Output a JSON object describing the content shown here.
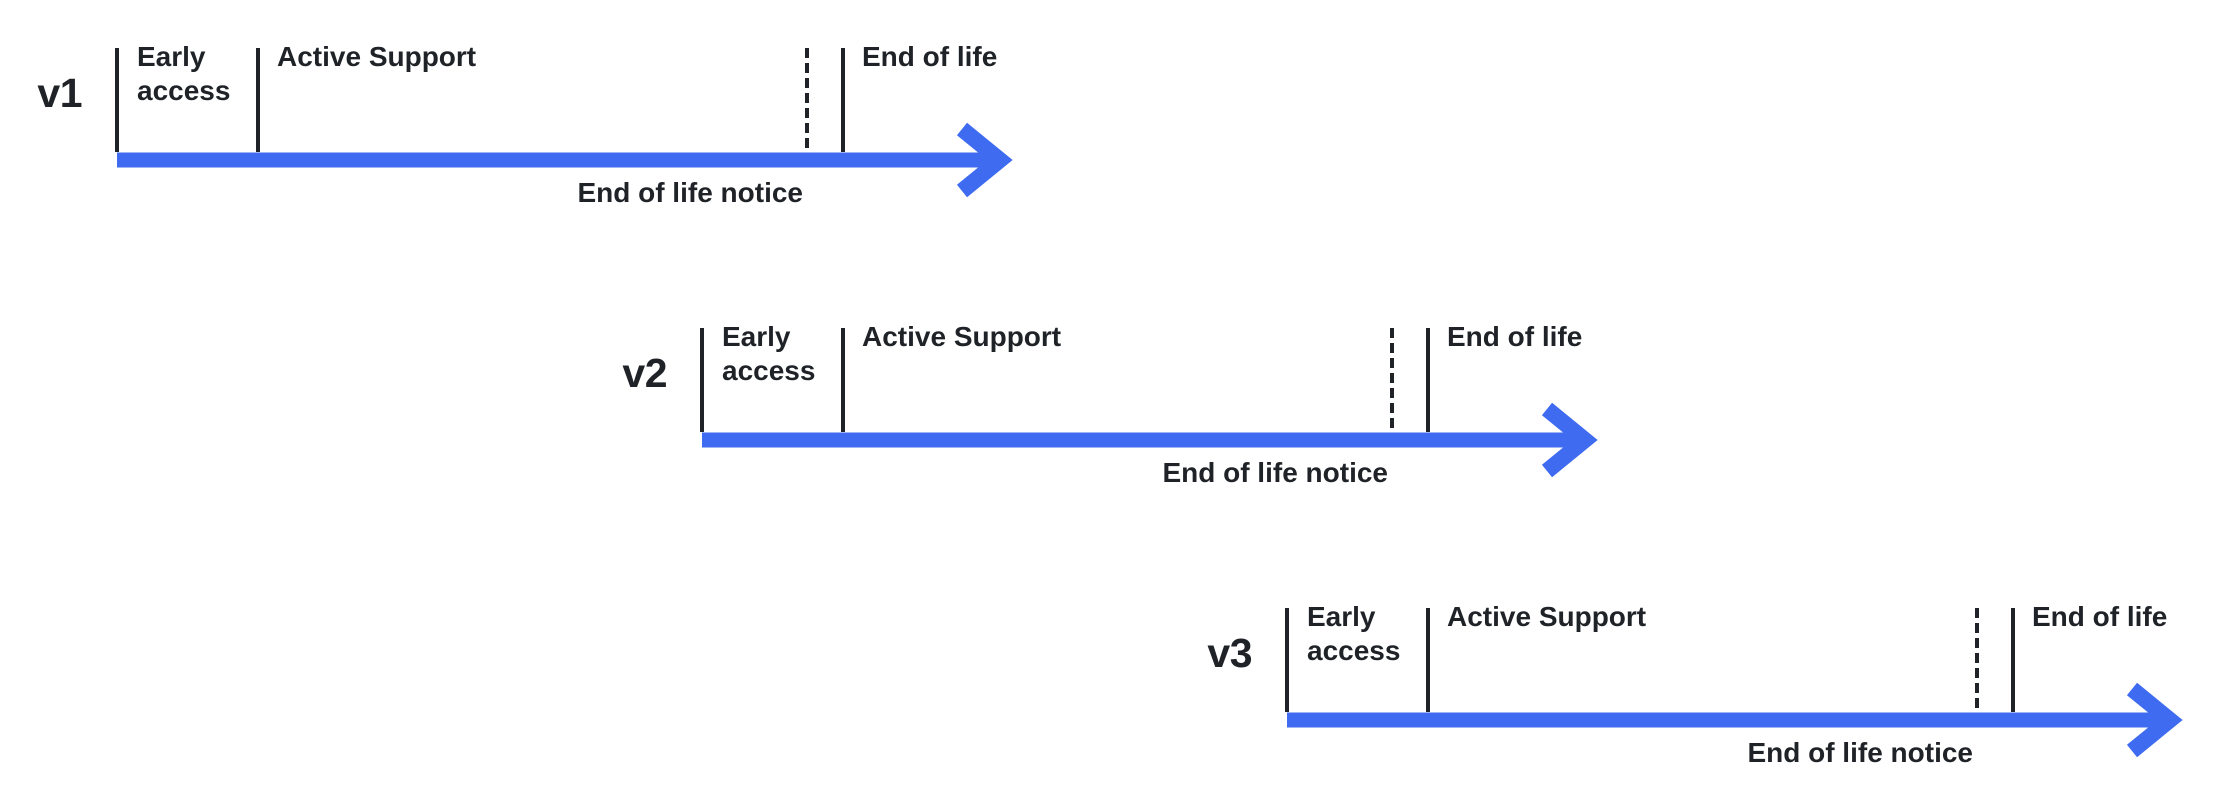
{
  "diagram": {
    "background_color": "#ffffff",
    "arrow_color": "#3E6BF0",
    "line_color": "#1F2328",
    "text_color": "#1F2328",
    "timelines": [
      {
        "version": "v1",
        "early_access": "Early access",
        "active_support": "Active Support",
        "end_of_life": "End of life",
        "end_of_life_notice": "End of life notice"
      },
      {
        "version": "v2",
        "early_access": "Early access",
        "active_support": "Active Support",
        "end_of_life": "End of life",
        "end_of_life_notice": "End of life notice"
      },
      {
        "version": "v3",
        "early_access": "Early access",
        "active_support": "Active Support",
        "end_of_life": "End of life",
        "end_of_life_notice": "End of life notice"
      }
    ]
  }
}
